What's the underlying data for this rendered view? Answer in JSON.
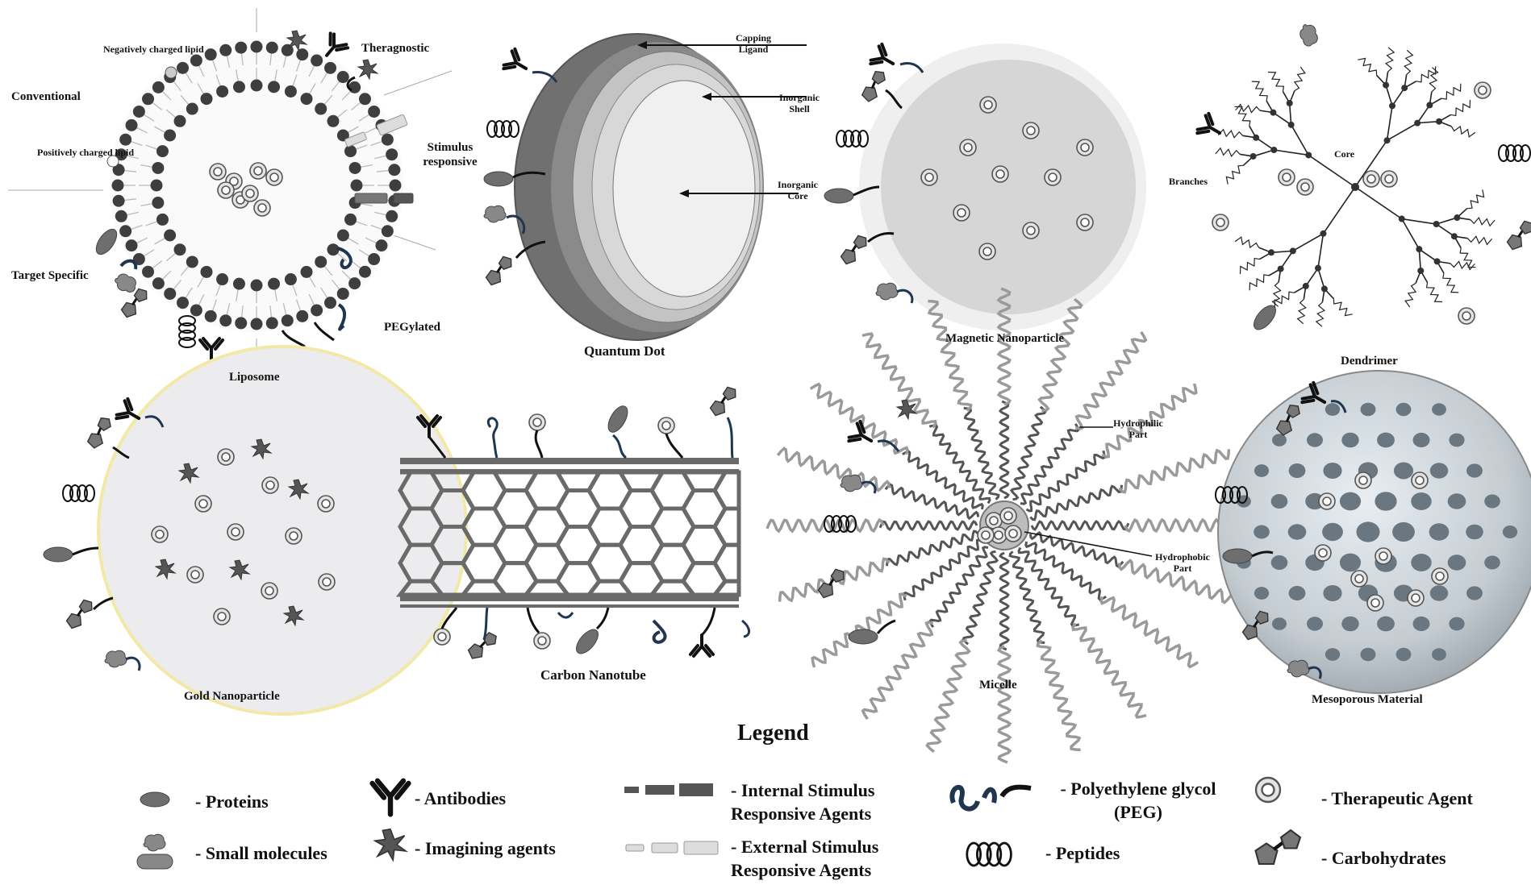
{
  "panels": {
    "liposome": {
      "caption": "Liposome",
      "labels": {
        "neg_lipid": "Negatively charged lipid",
        "theragnostic": "Theragnostic",
        "conventional": "Conventional",
        "pos_lipid": "Positively charged lipid",
        "stimulus": "Stimulus responsive",
        "target": "Target Specific",
        "pegylated": "PEGylated"
      }
    },
    "quantum_dot": {
      "caption": "Quantum Dot",
      "labels": {
        "capping": "Capping Ligand",
        "shell": "Inorganic Shell",
        "core": "Inorganic Core"
      }
    },
    "magnetic": {
      "caption": "Magnetic Nanoparticle"
    },
    "dendrimer": {
      "caption": "Dendrimer",
      "labels": {
        "core": "Core",
        "branches": "Branches"
      }
    },
    "gold": {
      "caption": "Gold Nanoparticle"
    },
    "cnt": {
      "caption": "Carbon Nanotube"
    },
    "micelle": {
      "caption": "Micelle",
      "labels": {
        "hydrophilic": "Hydrophilic Part",
        "hydrophobic": "Hydrophobic Part"
      }
    },
    "mesoporous": {
      "caption": "Mesoporous Material"
    }
  },
  "legend": {
    "title": "Legend",
    "items": {
      "proteins": "- Proteins",
      "small_molecules": "- Small molecules",
      "antibodies": "- Antibodies",
      "imaging": "- Imagining agents",
      "internal": "- Internal Stimulus Responsive Agents",
      "external": "- External Stimulus Responsive Agents",
      "peg": "- Polyethylene glycol (PEG)",
      "peptides": "- Peptides",
      "therapeutic": "- Therapeutic Agent",
      "carbohydrates": "- Carbohydrates"
    }
  },
  "colors": {
    "dark": "#4a4a4a",
    "protein": "#6e6e6e",
    "peg": "#1f3550",
    "light_fill": "#e6e6e6",
    "shell_dark": "#808080",
    "gold_ring": "#f2e9a8"
  }
}
